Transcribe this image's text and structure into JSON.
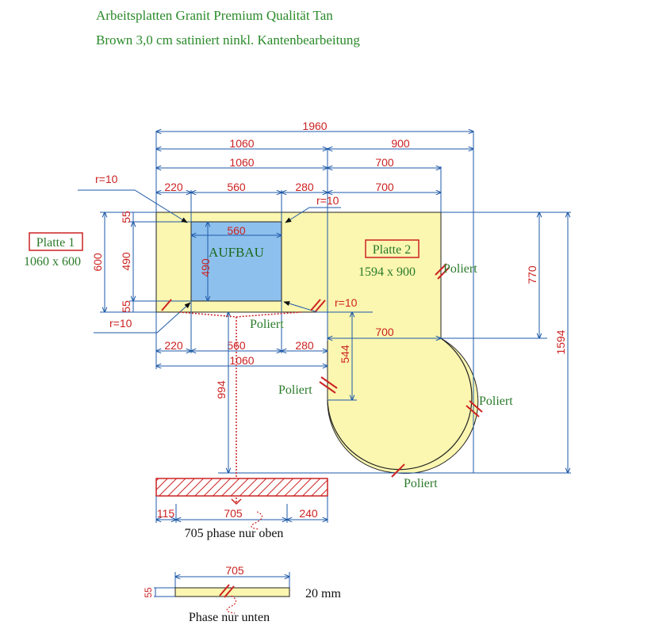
{
  "title": {
    "line1": "Arbeitsplatten Granit Premium Qualität Tan",
    "line2": "Brown 3,0 cm satiniert ninkl. Kantenbearbeitung"
  },
  "dims": {
    "d1960": "1960",
    "d1060a": "1060",
    "d900": "900",
    "d1060b": "1060",
    "d700a": "700",
    "d220a": "220",
    "d560a": "560",
    "d280a": "280",
    "d700b": "700",
    "d560c": "560",
    "d700c": "700",
    "d220b": "220",
    "d560b": "560",
    "d280b": "280",
    "d1060c": "1060",
    "d55a": "55",
    "d490a": "490",
    "d600": "600",
    "d55b": "55",
    "d490b": "490",
    "d770": "770",
    "d1594": "1594",
    "d544": "544",
    "d994": "994",
    "d115": "115",
    "d705a": "705",
    "d240": "240",
    "d705b": "705",
    "d55c": "55"
  },
  "radii": {
    "r1": "r=10",
    "r2": "r=10",
    "r3": "r=10",
    "r4": "r=10"
  },
  "labels": {
    "platte1": "Platte 1",
    "platte1_size": "1060 x 600",
    "aufbau": "AUFBAU",
    "platte2": "Platte 2",
    "platte2_size": "1594 x 900",
    "poliert1": "Poliert",
    "poliert2": "Poliert",
    "poliert3": "Poliert",
    "poliert4": "Poliert",
    "poliert5": "Poliert",
    "phase_oben": "705 phase nur oben",
    "mm20": "20 mm",
    "phase_unten": "Phase nur unten"
  },
  "colors": {
    "slab": "#fbf6b0",
    "cutout": "#8ec0ee",
    "dimension": "#cc2222",
    "line": "#1e5aa8",
    "green_text": "#2a7a2a"
  }
}
